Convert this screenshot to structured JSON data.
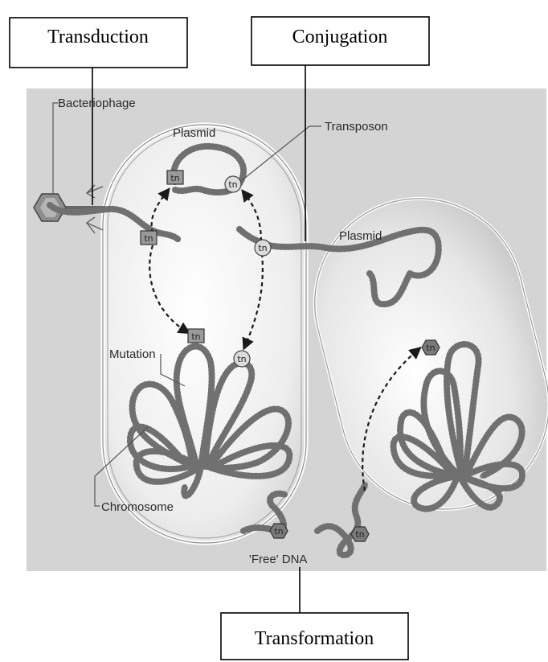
{
  "boxes": {
    "transduction": "Transduction",
    "conjugation": "Conjugation",
    "transformation": "Transformation"
  },
  "labels": {
    "bacteriophage": "Bacteriophage",
    "plasmid_left": "Plasmid",
    "transposon": "Transposon",
    "plasmid_right": "Plasmid",
    "mutation": "Mutation",
    "chromosome": "Chromosome",
    "free_dna": "'Free' DNA"
  },
  "transposon_tag": "tn",
  "colors": {
    "panel": "#d4d4d4",
    "cell_fill": "#f2f2f2",
    "dna": "#808080",
    "arrow": "#1a1a1a"
  }
}
